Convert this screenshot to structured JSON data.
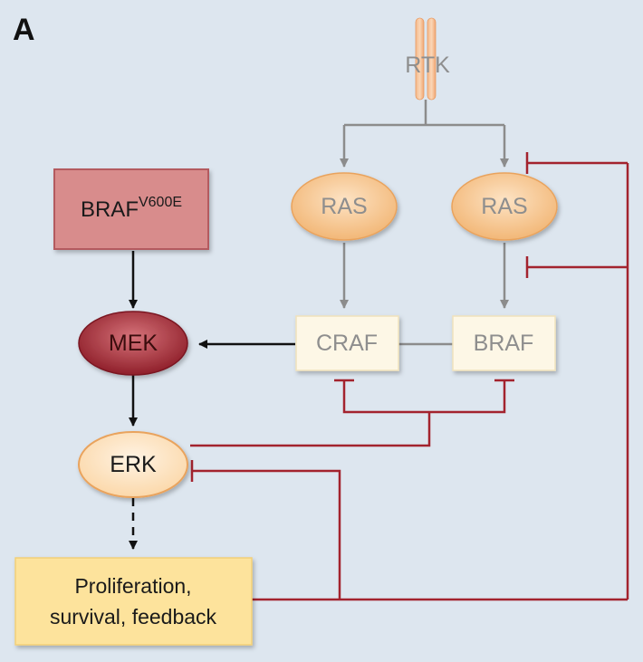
{
  "panel_letter": "A",
  "nodes": {
    "rtk": "RTK",
    "ras_left": "RAS",
    "ras_right": "RAS",
    "braf_v600e": {
      "base": "BRAF",
      "superscript": "V600E"
    },
    "mek": "MEK",
    "craf": "CRAF",
    "braf": "BRAF",
    "erk": "ERK",
    "outcome": [
      "Proliferation,",
      "survival, feedback"
    ]
  },
  "colors": {
    "background": "#dde6ef",
    "feedback_line": "#a3232e",
    "active_arrow": "#111111",
    "inactive_arrow": "#8c8c8c",
    "braf_v600e_fill": "#d88c8c",
    "mek_fill": "#a8323a",
    "ras_fill": "#f6c995",
    "erk_fill": "#fbe0bb",
    "raf_box_fill": "#fdf7e6",
    "outcome_fill": "#fde39c"
  }
}
